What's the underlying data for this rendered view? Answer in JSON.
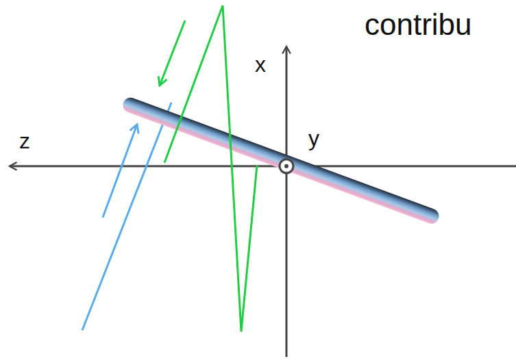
{
  "diagram": {
    "labels": [
      "contribu",
      "x",
      "z",
      "y"
    ]
  }
}
